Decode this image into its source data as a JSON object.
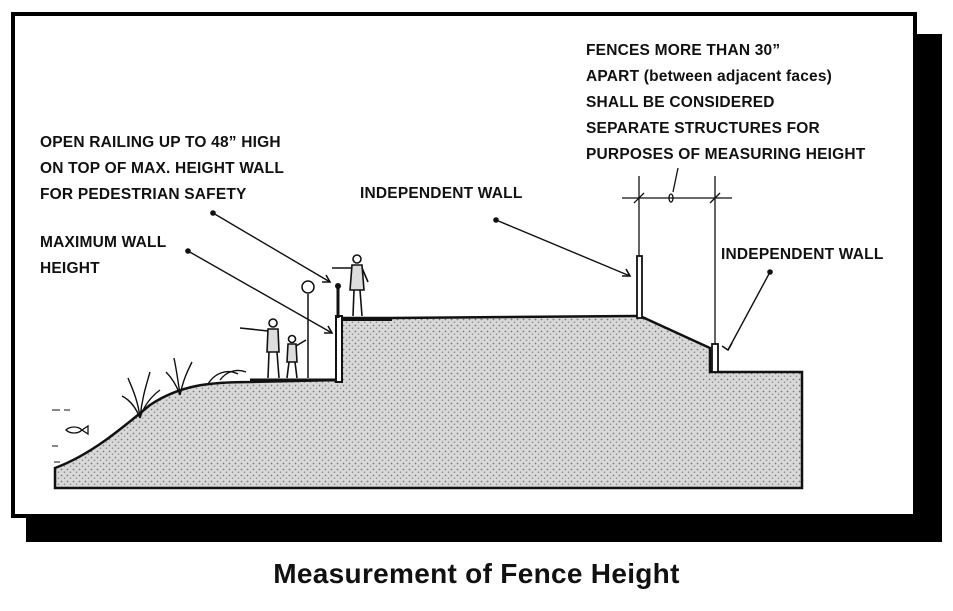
{
  "labels": {
    "open_railing": [
      "OPEN RAILING UP TO 48” HIGH",
      "ON TOP OF MAX. HEIGHT WALL",
      "FOR PEDESTRIAN SAFETY"
    ],
    "max_wall_height": [
      "MAXIMUM WALL",
      "HEIGHT"
    ],
    "independent_wall_center": "INDEPENDENT WALL",
    "fences_apart": [
      "FENCES MORE THAN 30”",
      "APART (between adjacent  faces)",
      "SHALL BE CONSIDERED",
      "SEPARATE STRUCTURES FOR",
      "PURPOSES OF MEASURING HEIGHT"
    ],
    "independent_wall_right": "INDEPENDENT WALL"
  },
  "caption": "Measurement of Fence Height",
  "colors": {
    "ink": "#111111",
    "ground_fill": "#d6d6d6",
    "background": "#ffffff"
  }
}
